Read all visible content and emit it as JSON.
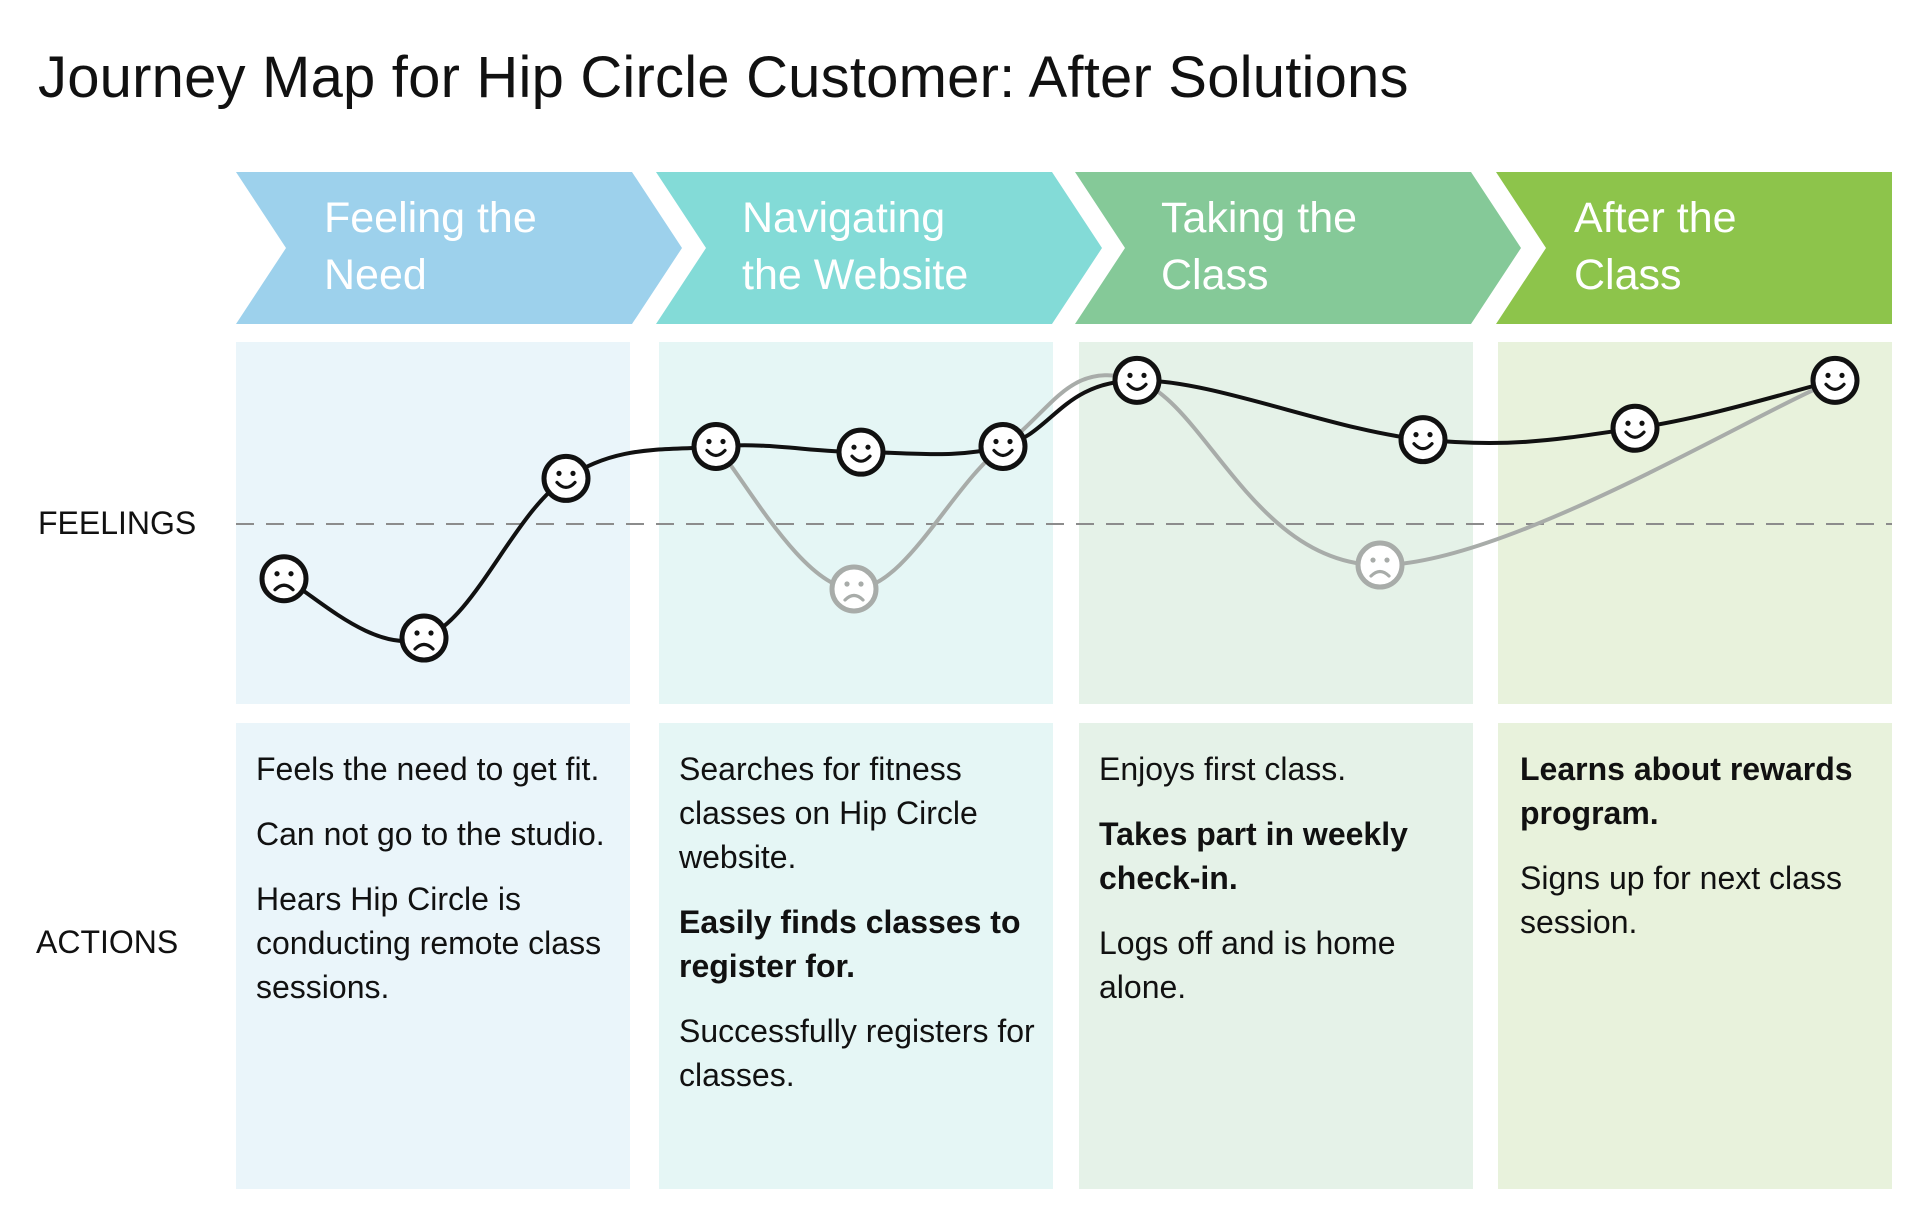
{
  "title": "Journey Map for Hip Circle Customer: After Solutions",
  "row_labels": {
    "feelings": "FEELINGS",
    "actions": "ACTIONS"
  },
  "colors": {
    "stage_1_header": "#9dd1ec",
    "stage_2_header": "#83dbd7",
    "stage_3_header": "#85c998",
    "stage_4_header": "#8dc44b",
    "stage_1_panel": "#eaf5fa",
    "stage_2_panel": "#e5f6f5",
    "stage_3_panel": "#e5f2e8",
    "stage_4_panel": "#e8f2dc",
    "after_line": "#111111",
    "before_line": "#a8aca9",
    "baseline": "#8c8c8c"
  },
  "stages": [
    {
      "name": "Feeling the\nNeed",
      "actions": [
        {
          "text": "Feels the need to get fit.",
          "bold": false
        },
        {
          "text": "Can not go to the studio.",
          "bold": false
        },
        {
          "text": "Hears Hip Circle is conducting remote class sessions.",
          "bold": false
        }
      ]
    },
    {
      "name": "Navigating\nthe Website",
      "actions": [
        {
          "text": "Searches for fitness classes on Hip Circle website.",
          "bold": false
        },
        {
          "text": "Easily finds classes to register for.",
          "bold": true
        },
        {
          "text": "Successfully registers for classes.",
          "bold": false
        }
      ]
    },
    {
      "name": "Taking the\nClass",
      "actions": [
        {
          "text": "Enjoys first class.",
          "bold": false
        },
        {
          "text": "Takes part in weekly check-in.",
          "bold": true
        },
        {
          "text": "Logs off and is home alone.",
          "bold": false
        }
      ]
    },
    {
      "name": "After the\nClass",
      "actions": [
        {
          "text": "Learns about rewards program.",
          "bold": true
        },
        {
          "text": "Signs up for next class session.",
          "bold": false
        }
      ]
    }
  ],
  "emotion_scale": "y: +1 happy above baseline, -1 sad below baseline, 0 = neutral baseline",
  "after_journey": [
    {
      "stage": 1,
      "mood": "sad",
      "level": -0.48
    },
    {
      "stage": 1,
      "mood": "sad",
      "level": -1.0
    },
    {
      "stage": 1,
      "mood": "happy",
      "level": 0.4
    },
    {
      "stage": 2,
      "mood": "happy",
      "level": 0.68
    },
    {
      "stage": 2,
      "mood": "happy",
      "level": 0.63
    },
    {
      "stage": 2,
      "mood": "happy",
      "level": 0.68
    },
    {
      "stage": 3,
      "mood": "happy",
      "level": 1.26
    },
    {
      "stage": 3,
      "mood": "happy",
      "level": 0.74
    },
    {
      "stage": 4,
      "mood": "happy",
      "level": 0.84
    },
    {
      "stage": 4,
      "mood": "happy",
      "level": 1.26
    }
  ],
  "before_journey": [
    {
      "stage": 2,
      "mood": "happy",
      "level": 0.68,
      "shared": true
    },
    {
      "stage": 2,
      "mood": "sad",
      "level": -0.57,
      "shared": false
    },
    {
      "stage": 2,
      "mood": "happy",
      "level": 0.68,
      "shared": true
    },
    {
      "stage": 3,
      "mood": "happy",
      "level": 1.26,
      "shared": true
    },
    {
      "stage": 3,
      "mood": "sad",
      "level": -0.36,
      "shared": false
    },
    {
      "stage": 4,
      "mood": "happy",
      "level": 1.26,
      "shared": true
    }
  ]
}
